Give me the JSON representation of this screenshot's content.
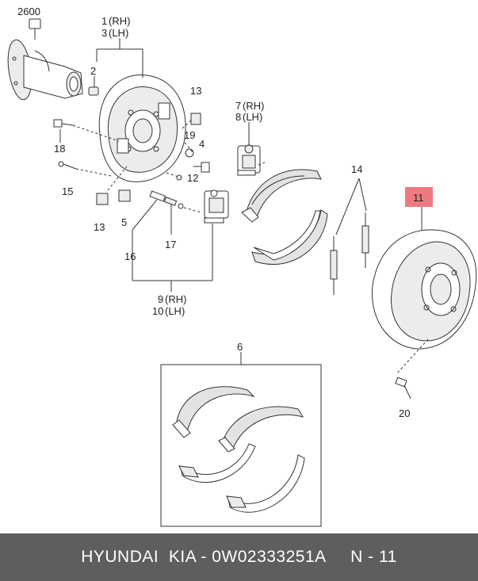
{
  "labels": {
    "p2600": "2600",
    "p1": "1",
    "p1_side": "(RH)",
    "p3": "3",
    "p3_side": "(LH)",
    "p2": "2",
    "p13a": "13",
    "p18": "18",
    "p19": "19",
    "p4": "4",
    "p15": "15",
    "p12": "12",
    "p13b": "13",
    "p5": "5",
    "p7": "7",
    "p7_side": "(RH)",
    "p8": "8",
    "p8_side": "(LH)",
    "p14": "14",
    "p11": "11",
    "p16": "16",
    "p17": "17",
    "p9": "9",
    "p9_side": "(RH)",
    "p10": "10",
    "p10_side": "(LH)",
    "p6": "6",
    "p20": "20"
  },
  "footer": {
    "caption": "HYUNDAI  KIA - 0W02333251A     N - 11"
  },
  "colors": {
    "highlight": "#ee7a80",
    "footer_bg": "#5e5e5e",
    "line": "#333333"
  }
}
